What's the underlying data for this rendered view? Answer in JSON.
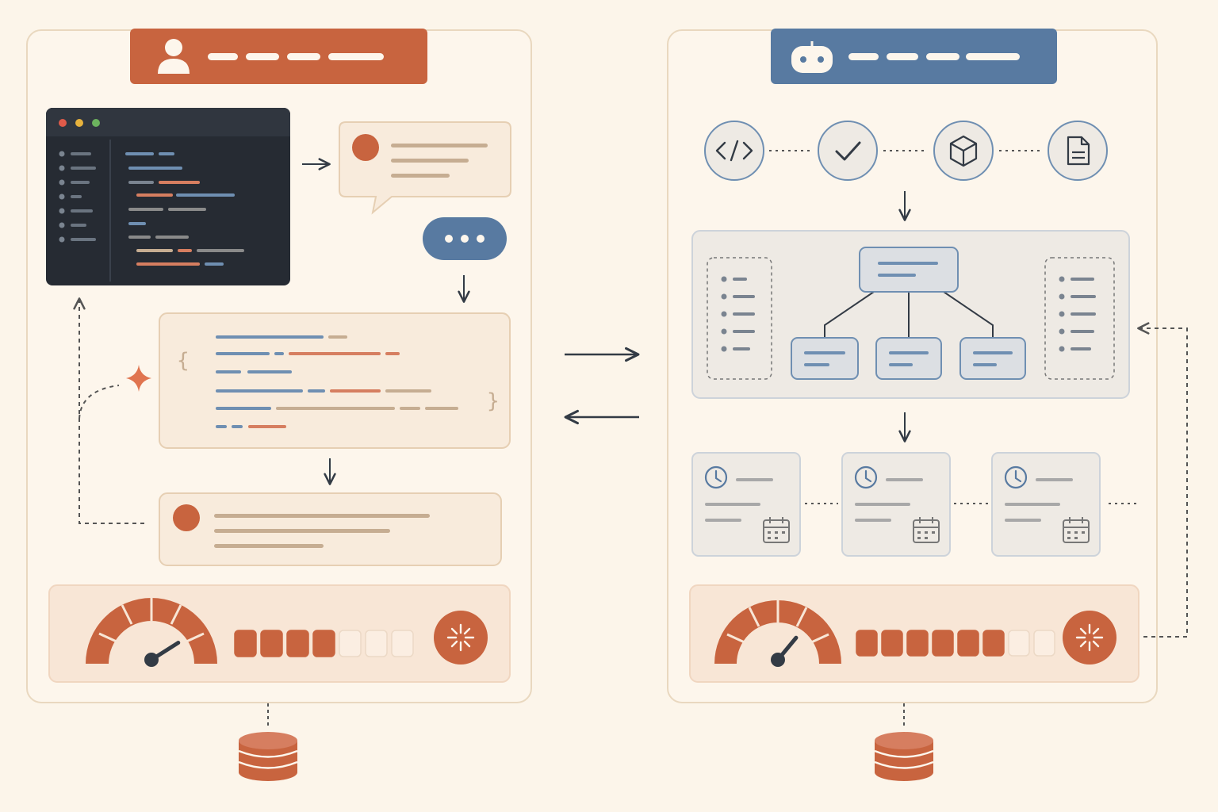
{
  "colors": {
    "background": "#fcf5ea",
    "panel": "#fdf6ec",
    "panel_border": "#e9d8bf",
    "human_accent": "#c8643f",
    "agent_accent": "#587aa1",
    "editor_bg": "#262b33",
    "grey_card": "#eeeae4",
    "text_line_tan": "#c6ad92",
    "code_blue": "#6f8fb2",
    "code_orange": "#d67e60",
    "dark": "#333b45"
  },
  "left_panel": {
    "header_icon": "user-icon",
    "window_dots": [
      "#e05b4a",
      "#e6b23d",
      "#6cb35e"
    ],
    "chat_bubble_icon": "speech-bubble",
    "typing_indicator_icon": "ellipsis-icon",
    "code_braces": [
      "{",
      "}"
    ],
    "sparkle_icon": "sparkle-icon",
    "gauge_level": 0.82,
    "progress_steps_total": 7,
    "progress_steps_filled": 4,
    "gear_icon": "gear-icon",
    "database_icon": "database-icon"
  },
  "right_panel": {
    "header_icon": "robot-icon",
    "tool_icons": [
      "code-icon",
      "check-icon",
      "cube-icon",
      "document-icon"
    ],
    "schedule_cards": 3,
    "schedule_icons": [
      "clock-icon",
      "calendar-icon"
    ],
    "gauge_level": 0.72,
    "progress_steps_total": 8,
    "progress_steps_filled": 6,
    "gear_icon": "gear-icon",
    "database_icon": "database-icon"
  },
  "connectors": [
    "arrow-right",
    "arrow-left",
    "feedback-loop-left",
    "feedback-loop-right"
  ]
}
